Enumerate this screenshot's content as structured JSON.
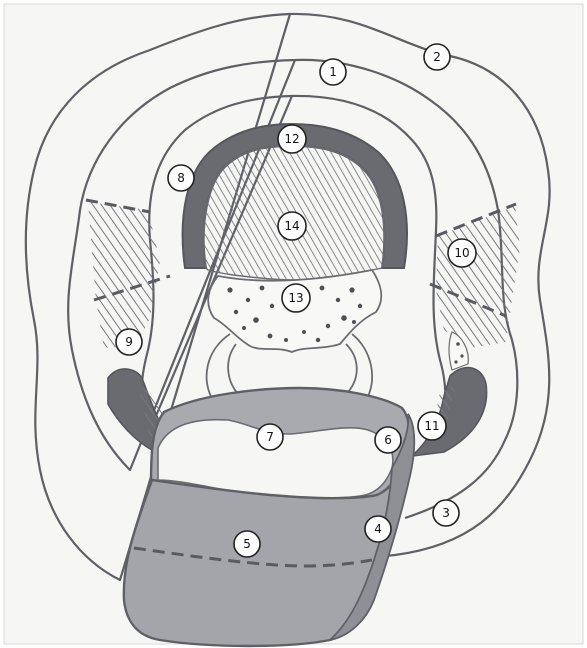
{
  "colors": {
    "paper": "#f6f6f4",
    "line": "#5f6066",
    "dark_band": "#6a6b71",
    "tongue_light": "#a9aaaf",
    "tongue_dark": "#8f9096",
    "hatch": "#77787e",
    "dots": "#4e4f55",
    "highlight": "#ffffff"
  },
  "labels": [
    {
      "id": "1",
      "text": "1"
    },
    {
      "id": "2",
      "text": "2"
    },
    {
      "id": "3",
      "text": "3"
    },
    {
      "id": "4",
      "text": "4"
    },
    {
      "id": "5",
      "text": "5"
    },
    {
      "id": "6",
      "text": "6"
    },
    {
      "id": "7",
      "text": "7"
    },
    {
      "id": "8",
      "text": "8"
    },
    {
      "id": "9",
      "text": "9"
    },
    {
      "id": "10",
      "text": "10"
    },
    {
      "id": "11",
      "text": "11"
    },
    {
      "id": "12",
      "text": "12"
    },
    {
      "id": "13",
      "text": "13"
    },
    {
      "id": "14",
      "text": "14"
    }
  ]
}
